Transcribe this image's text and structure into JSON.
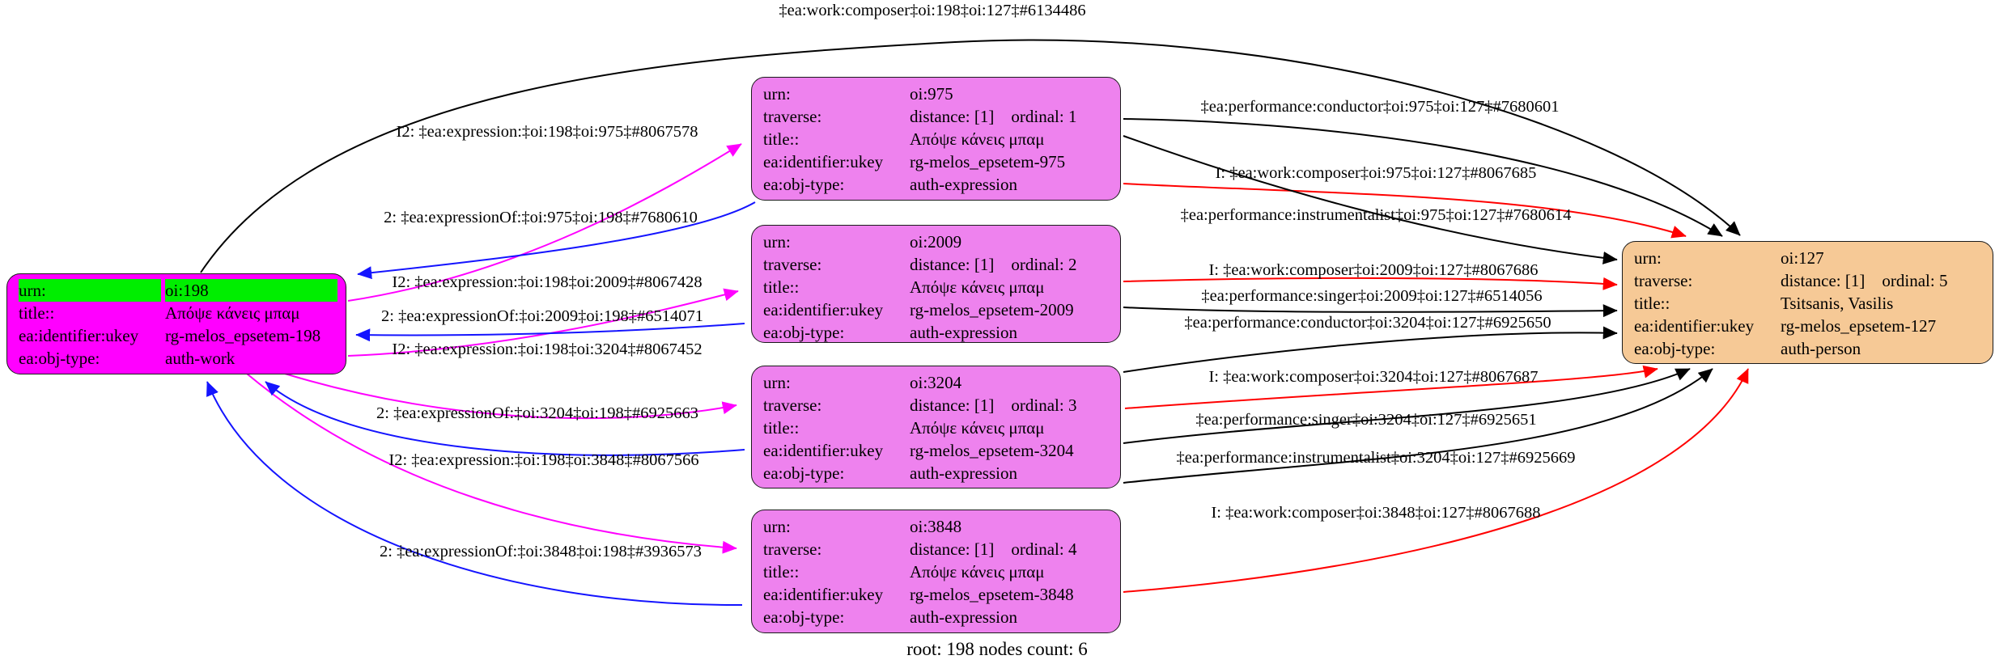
{
  "footer": {
    "text": "root: 198 nodes count: 6"
  },
  "colors": {
    "work_fill": "#ff00ff",
    "work_highlight": "#00ee00",
    "expression_fill": "#ee82ee",
    "person_fill": "#f6c996",
    "edge_expression": "#ff00ff",
    "edge_expression_of": "#1414ff",
    "edge_composer": "#ff0000",
    "edge_performance": "#000000"
  },
  "nodes": {
    "work": {
      "rows": [
        {
          "key": "urn:",
          "value": "oi:198"
        },
        {
          "key": "title::",
          "value": "Απόψε κάνεις μπαμ"
        },
        {
          "key": "ea:identifier:ukey",
          "value": "rg-melos_epsetem-198"
        },
        {
          "key": "ea:obj-type:",
          "value": "auth-work"
        }
      ]
    },
    "expressions": [
      {
        "rows": [
          {
            "key": "urn:",
            "value": "oi:975"
          },
          {
            "key": "traverse:",
            "value": "distance: [1]    ordinal: 1"
          },
          {
            "key": "title::",
            "value": "Απόψε κάνεις μπαμ"
          },
          {
            "key": "ea:identifier:ukey",
            "value": "rg-melos_epsetem-975"
          },
          {
            "key": "ea:obj-type:",
            "value": "auth-expression"
          }
        ]
      },
      {
        "rows": [
          {
            "key": "urn:",
            "value": "oi:2009"
          },
          {
            "key": "traverse:",
            "value": "distance: [1]    ordinal: 2"
          },
          {
            "key": "title::",
            "value": "Απόψε κάνεις μπαμ"
          },
          {
            "key": "ea:identifier:ukey",
            "value": "rg-melos_epsetem-2009"
          },
          {
            "key": "ea:obj-type:",
            "value": "auth-expression"
          }
        ]
      },
      {
        "rows": [
          {
            "key": "urn:",
            "value": "oi:3204"
          },
          {
            "key": "traverse:",
            "value": "distance: [1]    ordinal: 3"
          },
          {
            "key": "title::",
            "value": "Απόψε κάνεις μπαμ"
          },
          {
            "key": "ea:identifier:ukey",
            "value": "rg-melos_epsetem-3204"
          },
          {
            "key": "ea:obj-type:",
            "value": "auth-expression"
          }
        ]
      },
      {
        "rows": [
          {
            "key": "urn:",
            "value": "oi:3848"
          },
          {
            "key": "traverse:",
            "value": "distance: [1]    ordinal: 4"
          },
          {
            "key": "title::",
            "value": "Απόψε κάνεις μπαμ"
          },
          {
            "key": "ea:identifier:ukey",
            "value": "rg-melos_epsetem-3848"
          },
          {
            "key": "ea:obj-type:",
            "value": "auth-expression"
          }
        ]
      }
    ],
    "person": {
      "rows": [
        {
          "key": "urn:",
          "value": "oi:127"
        },
        {
          "key": "traverse:",
          "value": "distance: [1]    ordinal: 5"
        },
        {
          "key": "title::",
          "value": "Tsitsanis, Vasilis"
        },
        {
          "key": "ea:identifier:ukey",
          "value": "rg-melos_epsetem-127"
        },
        {
          "key": "ea:obj-type:",
          "value": "auth-person"
        }
      ]
    }
  },
  "edge_labels": [
    {
      "text": "‡ea:work:composer‡oi:198‡oi:127‡#6134486"
    },
    {
      "text": "I2: ‡ea:expression:‡oi:198‡oi:975‡#8067578"
    },
    {
      "text": "2: ‡ea:expressionOf:‡oi:975‡oi:198‡#7680610"
    },
    {
      "text": "I2: ‡ea:expression:‡oi:198‡oi:2009‡#8067428"
    },
    {
      "text": "2: ‡ea:expressionOf:‡oi:2009‡oi:198‡#6514071"
    },
    {
      "text": "I2: ‡ea:expression:‡oi:198‡oi:3204‡#8067452"
    },
    {
      "text": "2: ‡ea:expressionOf:‡oi:3204‡oi:198‡#6925663"
    },
    {
      "text": "I2: ‡ea:expression:‡oi:198‡oi:3848‡#8067566"
    },
    {
      "text": "2: ‡ea:expressionOf:‡oi:3848‡oi:198‡#3936573"
    },
    {
      "text": "‡ea:performance:conductor‡oi:975‡oi:127‡#7680601"
    },
    {
      "text": "I: ‡ea:work:composer‡oi:975‡oi:127‡#8067685"
    },
    {
      "text": "‡ea:performance:instrumentalist‡oi:975‡oi:127‡#7680614"
    },
    {
      "text": "I: ‡ea:work:composer‡oi:2009‡oi:127‡#8067686"
    },
    {
      "text": "‡ea:performance:singer‡oi:2009‡oi:127‡#6514056"
    },
    {
      "text": "‡ea:performance:conductor‡oi:3204‡oi:127‡#6925650"
    },
    {
      "text": "I: ‡ea:work:composer‡oi:3204‡oi:127‡#8067687"
    },
    {
      "text": "‡ea:performance:singer‡oi:3204‡oi:127‡#6925651"
    },
    {
      "text": "‡ea:performance:instrumentalist‡oi:3204‡oi:127‡#6925669"
    },
    {
      "text": "I: ‡ea:work:composer‡oi:3848‡oi:127‡#8067688"
    }
  ]
}
